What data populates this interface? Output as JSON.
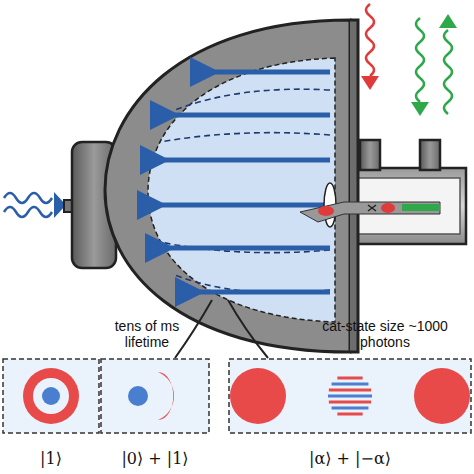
{
  "diagram": {
    "nodes": [
      {
        "text": [
          "|1⟩"
        ]
      },
      {
        "text": [
          "|0⟩ + |1⟩"
        ]
      },
      {
        "text": [
          "|α⟩ + |−α⟩"
        ]
      }
    ],
    "labels": [
      "tens of ms lifetime",
      "cat-state size ~1000 photons"
    ]
  }
}
